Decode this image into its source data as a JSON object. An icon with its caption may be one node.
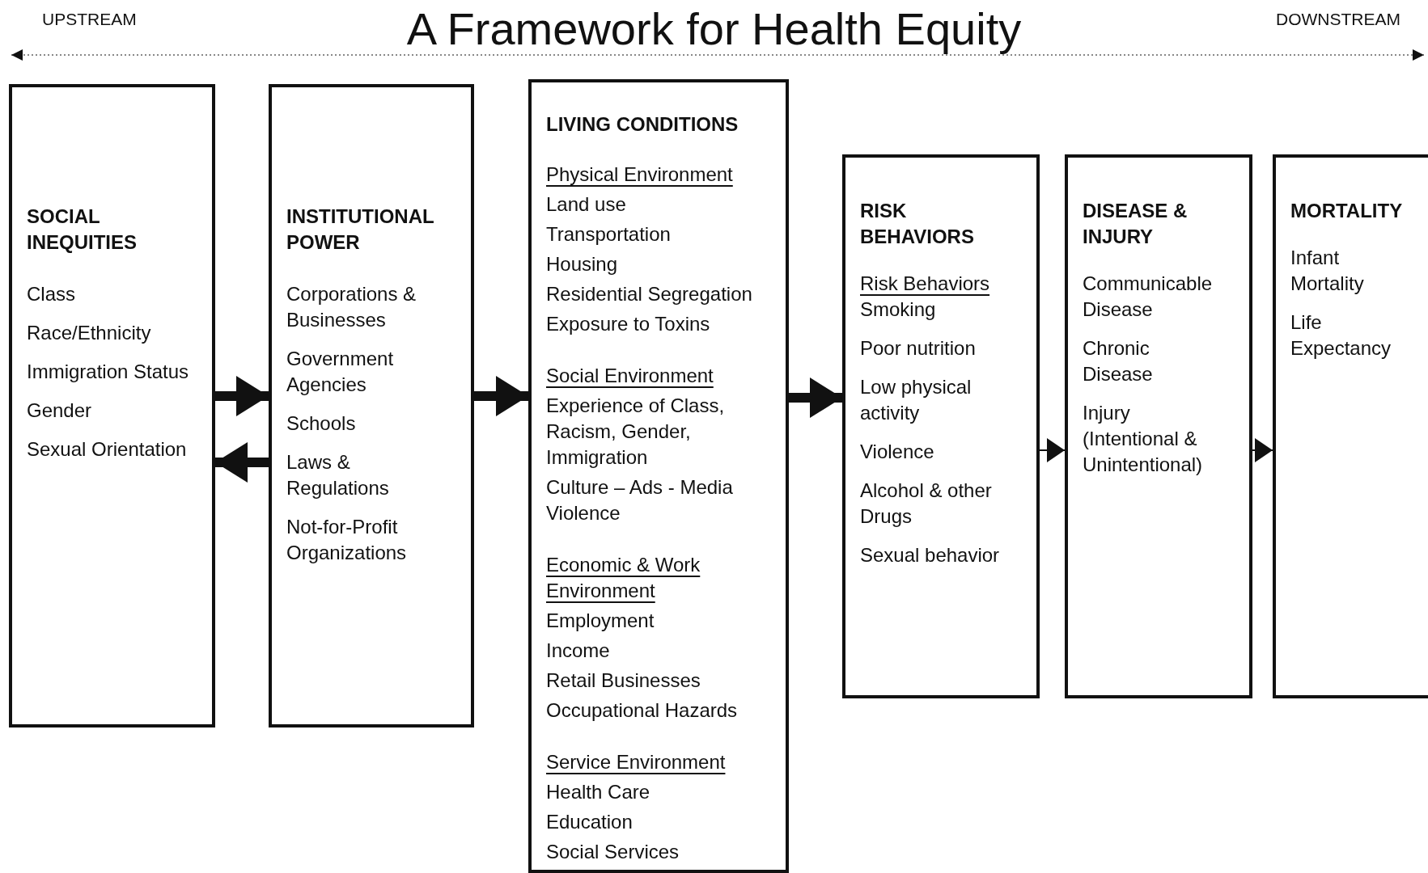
{
  "diagram": {
    "title": "A Framework for Health Equity",
    "nodes": [
      {
        "text": [
          "SOCIAL INEQUITIES",
          "Class",
          "Race/Ethnicity",
          "Immigration Status",
          "Gender",
          "Sexual Orientation"
        ]
      },
      {
        "text": [
          "INSTITUTIONAL POWER",
          "Corporations & Businesses",
          "Government Agencies",
          "Schools",
          "Laws & Regulations",
          "Not-for-Profit Organizations"
        ]
      },
      {
        "text": [
          "LIVING CONDITIONS",
          "Physical Environment",
          "Land use",
          "Transportation",
          "Housing",
          "Residential Segregation",
          "Exposure to Toxins",
          "Social Environment",
          "Experience of Class, Racism, Gender, Immigration",
          "Culture – Ads - Media Violence",
          "Economic & Work Environment",
          "Employment",
          "Income",
          "Retail Businesses",
          "Occupational Hazards",
          "Service Environment",
          "Health Care",
          "Education",
          "Social Services"
        ]
      },
      {
        "text": [
          "RISK BEHAVIORS",
          "Risk Behaviors",
          "Smoking",
          "Poor nutrition",
          "Low physical activity",
          "Violence",
          "Alcohol & other Drugs",
          "Sexual behavior"
        ]
      },
      {
        "text": [
          "DISEASE & INJURY",
          "Communicable Disease",
          "Chronic Disease",
          "Injury (Intentional & Unintentional)"
        ]
      },
      {
        "text": [
          "MORTALITY",
          "Infant Mortality",
          "Life Expectancy"
        ]
      }
    ],
    "edges": [
      {
        "from": 0,
        "to": 1,
        "arrow": "to"
      },
      {
        "from": 1,
        "to": 0,
        "arrow": "to"
      },
      {
        "from": 1,
        "to": 2,
        "arrow": "to"
      },
      {
        "from": 2,
        "to": 3,
        "arrow": "to"
      },
      {
        "from": 3,
        "to": 4,
        "arrow": "to"
      },
      {
        "from": 4,
        "to": 5,
        "arrow": "to"
      }
    ],
    "labels": [
      "UPSTREAM",
      "DOWNSTREAM"
    ]
  }
}
